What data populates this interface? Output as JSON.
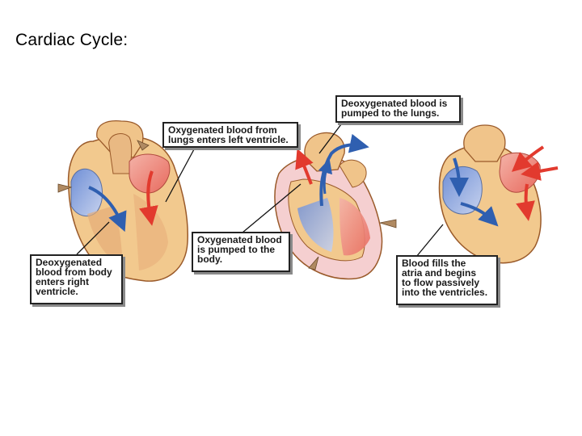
{
  "page": {
    "title": "Cardiac Cycle:"
  },
  "colors": {
    "heart_tissue": "#f2c98e",
    "heart_outline": "#9a5a2a",
    "oxygenated": "#e23a2e",
    "deoxygenated": "#2f5fb0",
    "atrium_blue": "#8ea6dc",
    "atrium_red": "#ef8a80",
    "pointer_arrow": "#b08a62"
  },
  "callouts": {
    "oxygenated_enters_lv": "Oxygenated blood from\nlungs enters left ventricle.",
    "deoxygenated_to_lungs": "Deoxygenated blood is\npumped to the lungs.",
    "deoxygenated_from_body": "Deoxygenated\nblood from body\nenters right\nventricle.",
    "oxygenated_to_body": "Oxygenated blood\nis pumped to the\nbody.",
    "blood_fills_atria": "Blood fills the\natria and begins\nto flow passively\ninto the ventricles."
  }
}
